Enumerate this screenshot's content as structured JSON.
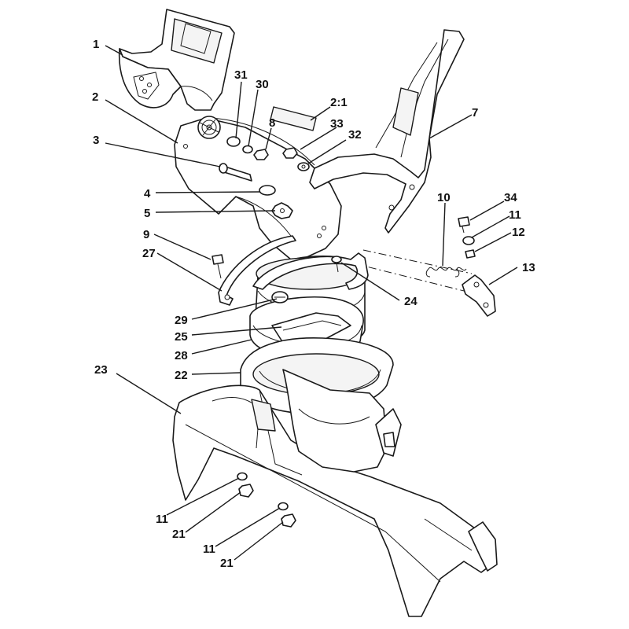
{
  "diagram": {
    "callouts": [
      "1",
      "31",
      "30",
      "2",
      "8",
      "2:1",
      "33",
      "32",
      "7",
      "3",
      "4",
      "5",
      "10",
      "34",
      "11",
      "12",
      "9",
      "27",
      "13",
      "24",
      "29",
      "25",
      "28",
      "22",
      "23",
      "11",
      "21",
      "11",
      "21"
    ]
  }
}
